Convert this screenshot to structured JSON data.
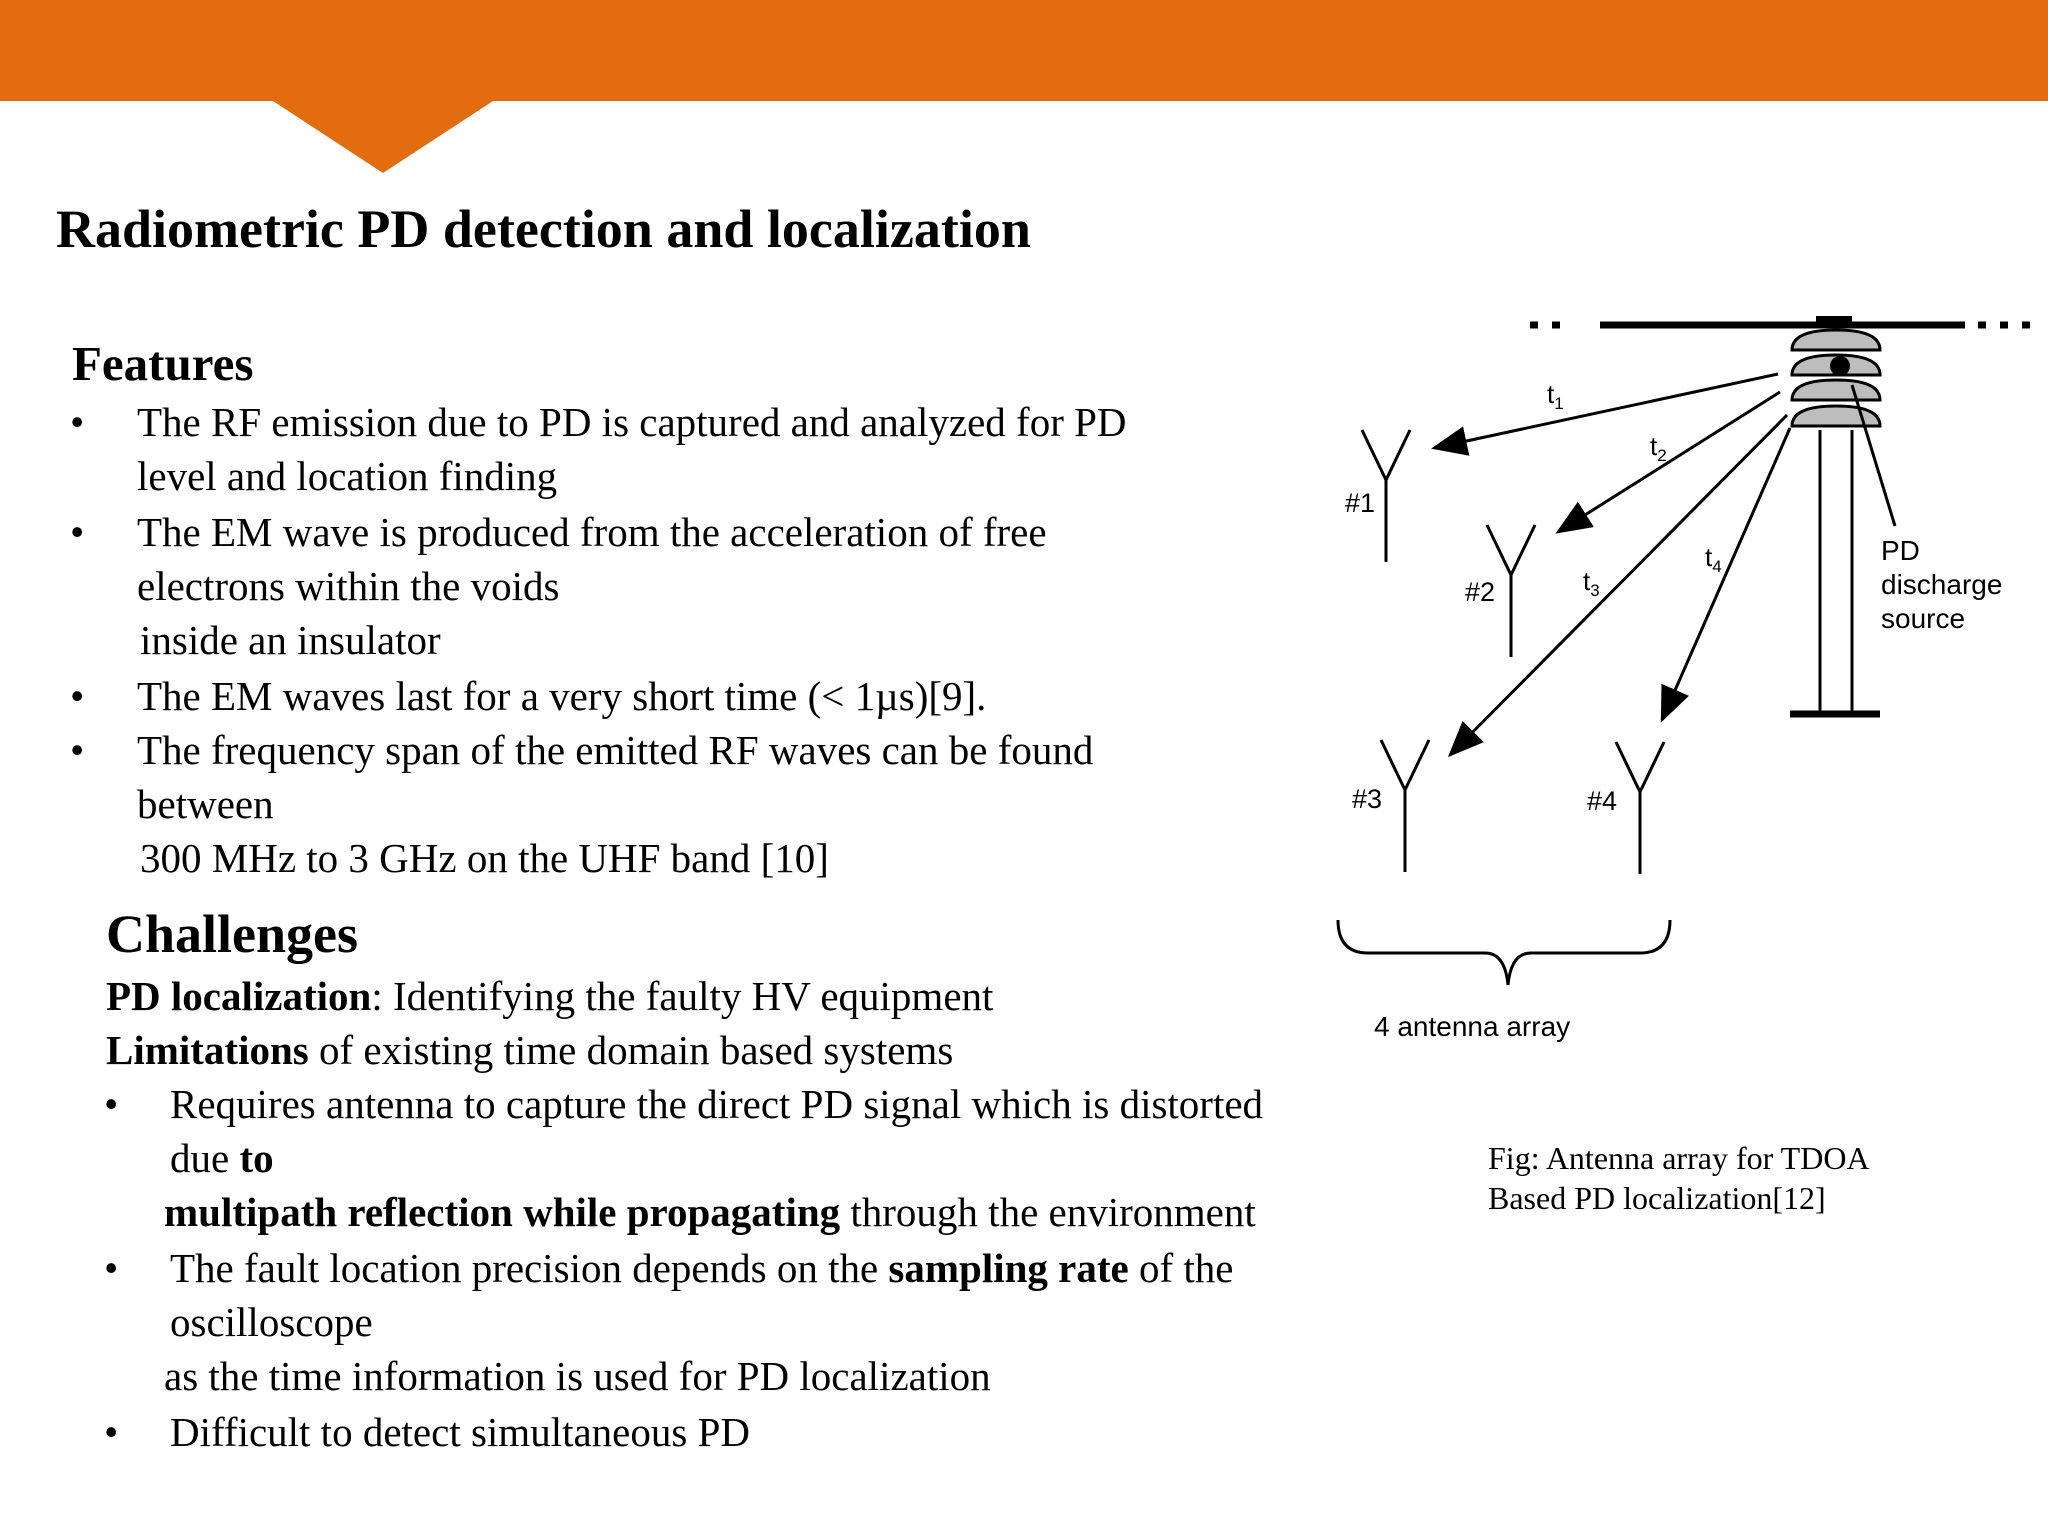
{
  "colors": {
    "banner": "#E36C0F",
    "diagram_gray": "#bdbdbd"
  },
  "title": "Radiometric PD detection and localization",
  "features": {
    "heading": "Features",
    "bullet_symbol": "•",
    "b1_l1": "The RF emission due to PD is captured and analyzed for PD",
    "b1_l2": "level and location finding",
    "b2_l1": "The EM wave is produced from the acceleration of free",
    "b2_l2": "electrons within the voids",
    "b2_l3": "inside an insulator",
    "b3_l1": "The EM waves last for a very short time (< 1µs)[9].",
    "b4_l1": "The frequency span of the emitted RF waves can be found",
    "b4_l2": "between",
    "b4_l3": "300 MHz to 3 GHz on the UHF band [10]"
  },
  "challenges": {
    "heading": "Challenges",
    "pd_loc_bold": "PD localization",
    "pd_loc_text": ": Identifying the faulty HV equipment",
    "limits_bold": "Limitations",
    "limits_text": " of existing time domain based systems",
    "c1_l1": "Requires antenna to capture the direct PD signal which is distorted",
    "c1_l2_a": "due ",
    "c1_l2_b": "to",
    "c1_l3_a": "multipath reflection while propagating",
    "c1_l3_b": " through the environment",
    "c2_l1_a": "The fault location precision depends on the ",
    "c2_l1_b": "sampling rate",
    "c2_l1_c": " of the",
    "c2_l2": "oscilloscope",
    "c2_l3": "as the time information is used for PD localization",
    "c3_l1": "Difficult to detect simultaneous PD"
  },
  "diagram": {
    "t": "t",
    "t1": "1",
    "t2": "2",
    "t3": "3",
    "t4": "4",
    "ant1": "#1",
    "ant2": "#2",
    "ant3": "#3",
    "ant4": "#4",
    "pd_l1": "PD",
    "pd_l2": "discharge",
    "pd_l3": "source",
    "array_label": "4 antenna array"
  },
  "caption": {
    "l1": "Fig: Antenna array for TDOA",
    "l2": "Based PD localization[12]"
  }
}
